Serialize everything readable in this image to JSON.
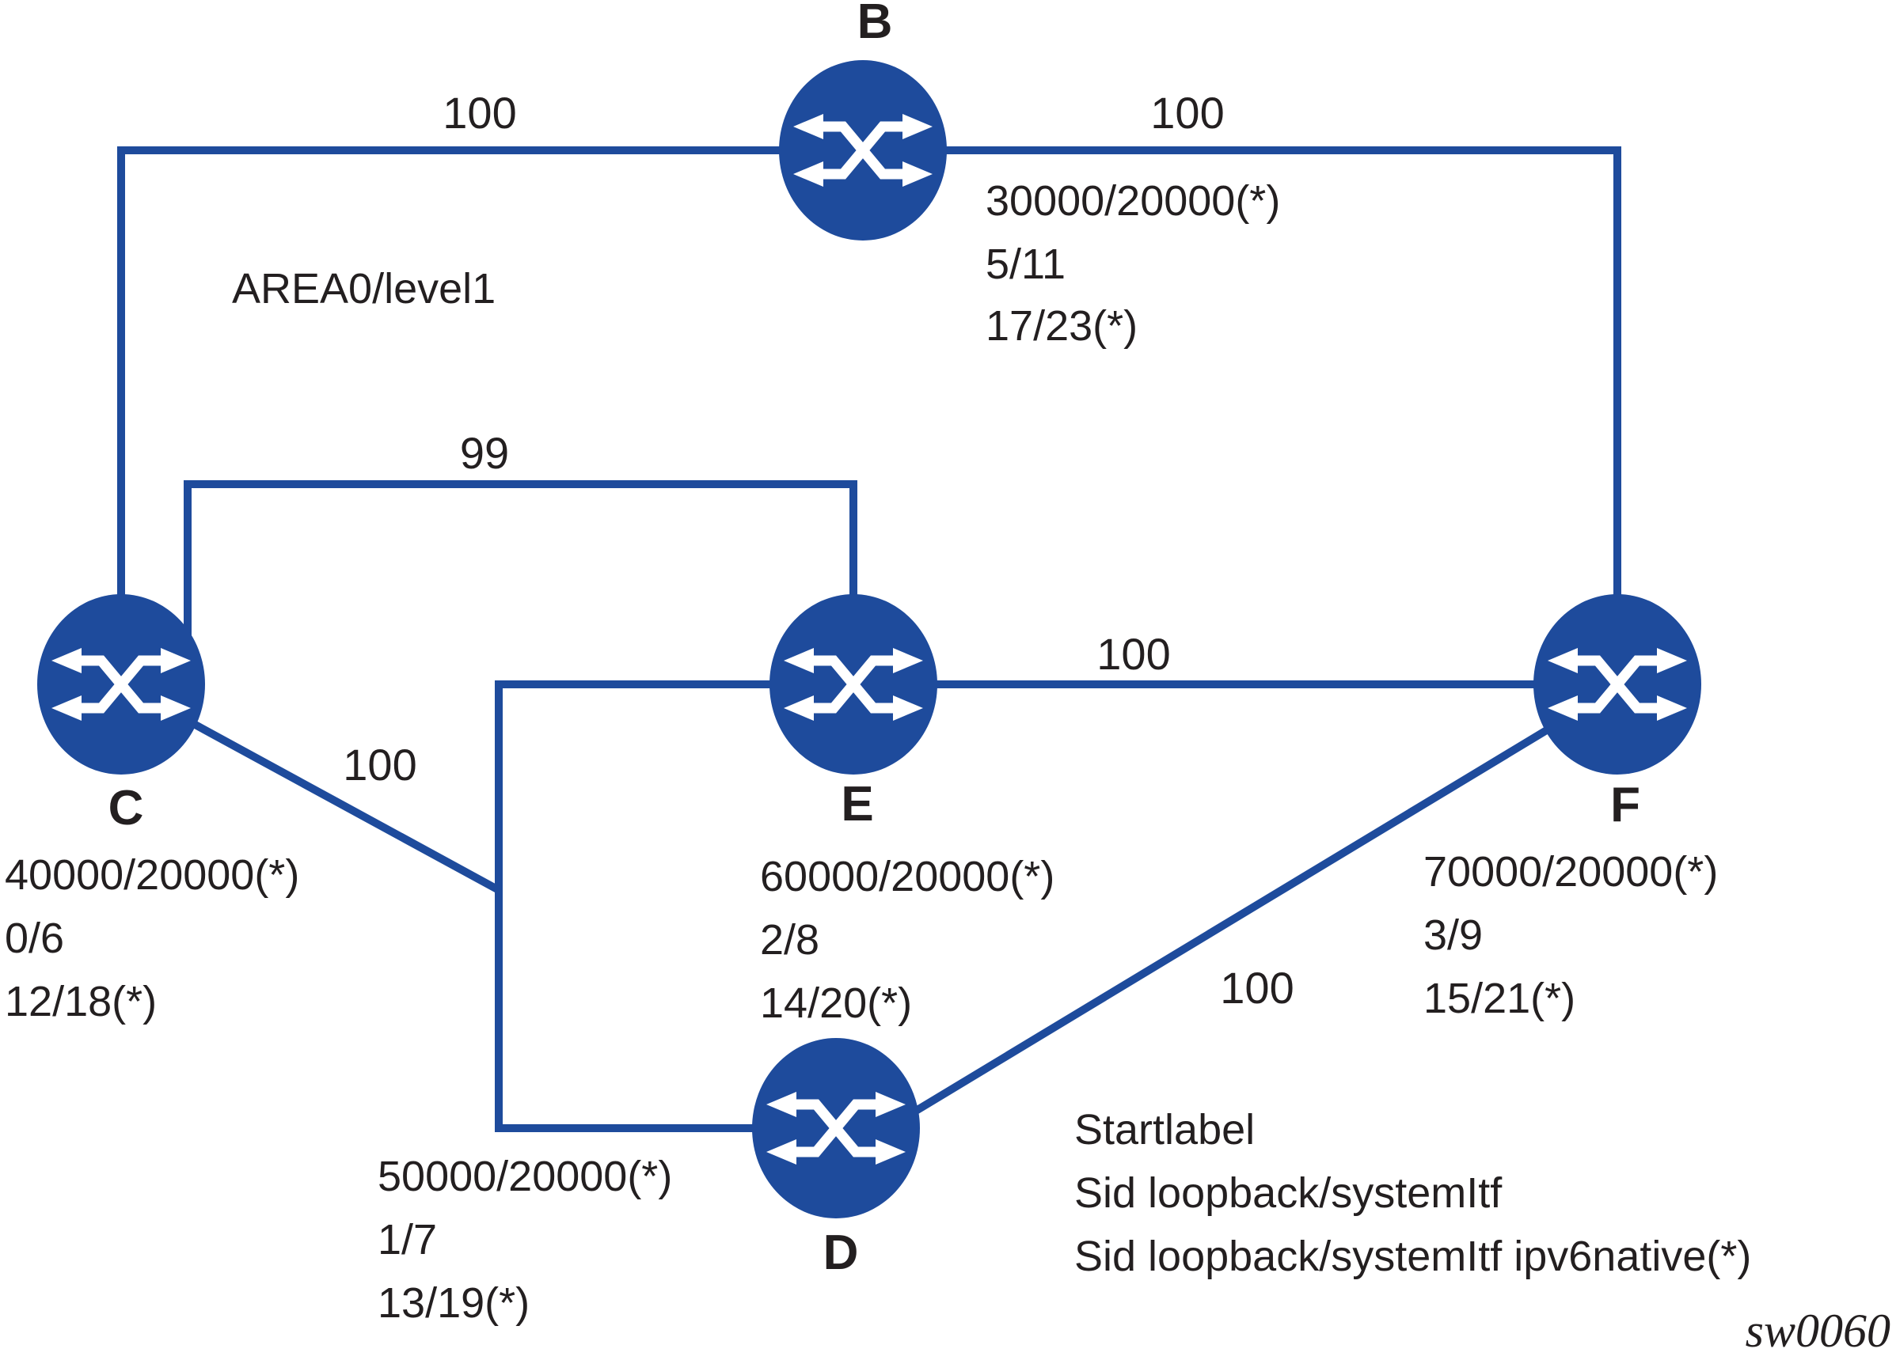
{
  "area_label": "AREA0/level1",
  "figure_id": "sw0060",
  "colors": {
    "link": "#1E4B9C",
    "node_fill": "#1E4B9C",
    "icon": "#FFFFFF",
    "text": "#231F20"
  },
  "routers": {
    "B": {
      "label": "B",
      "lines": [
        "30000/20000(*)",
        "5/11",
        "17/23(*)"
      ]
    },
    "C": {
      "label": "C",
      "lines": [
        "40000/20000(*)",
        "0/6",
        "12/18(*)"
      ]
    },
    "D": {
      "label": "D",
      "lines": [
        "50000/20000(*)",
        "1/7",
        "13/19(*)"
      ]
    },
    "E": {
      "label": "E",
      "lines": [
        "60000/20000(*)",
        "2/8",
        "14/20(*)"
      ]
    },
    "F": {
      "label": "F",
      "lines": [
        "70000/20000(*)",
        "3/9",
        "15/21(*)"
      ]
    }
  },
  "links": [
    {
      "from": "C",
      "to": "B",
      "cost": "100"
    },
    {
      "from": "B",
      "to": "F",
      "cost": "100"
    },
    {
      "from": "C",
      "to": "E",
      "cost": "99"
    },
    {
      "from": "E",
      "to": "F",
      "cost": "100"
    },
    {
      "from": "C",
      "to": "D",
      "cost": "100"
    },
    {
      "from": "D",
      "to": "F",
      "cost": "100"
    },
    {
      "from": "E",
      "to": "D",
      "cost": ""
    }
  ],
  "legend": {
    "lines": [
      "Startlabel",
      "Sid loopback/systemItf",
      "Sid loopback/systemItf ipv6native(*)"
    ]
  }
}
